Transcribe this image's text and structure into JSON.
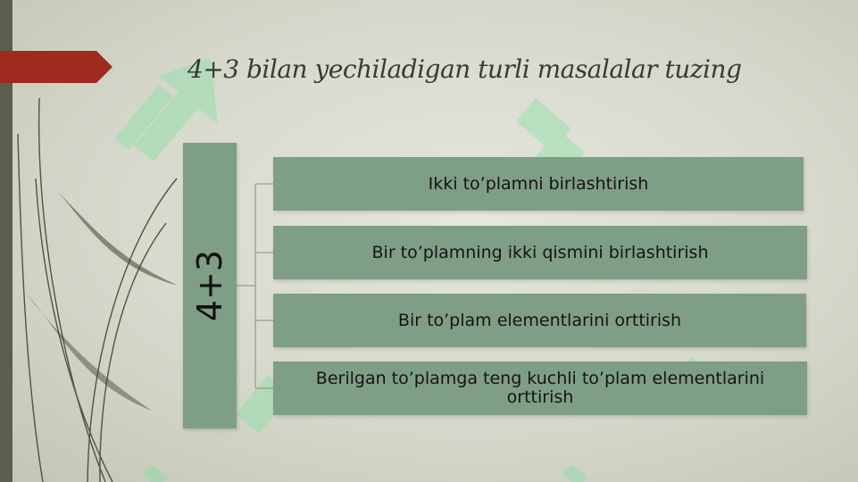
{
  "slide": {
    "title": "4+3 bilan yechiladigan turli masalalar tuzing"
  },
  "diagram": {
    "root_label": "4+3",
    "branches": [
      {
        "label": "Ikki to’plamni birlashtirish"
      },
      {
        "label": "Bir to’plamning ikki qismini birlashtirish"
      },
      {
        "label": "Bir to’plam elementlarini orttirish"
      },
      {
        "label": "Berilgan to’plamga teng kuchli to’plam elementlarini orttirish"
      }
    ]
  },
  "colors": {
    "background": "#dcddd1",
    "box_fill": "#7f9e86",
    "title_arrow": "#9e2b1e",
    "left_strip": "#5b5f4e",
    "watermark": "#6fe39a"
  },
  "icons": {
    "title_marker": "arrow-pentagon-icon",
    "watermark": "sf-logo-watermark"
  }
}
